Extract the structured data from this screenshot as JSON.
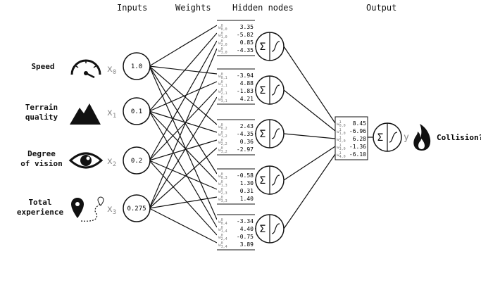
{
  "headers": {
    "inputs": "Inputs",
    "weights": "Weights",
    "hidden": "Hidden nodes",
    "output": "Output"
  },
  "features": [
    {
      "label": "Speed",
      "icon": "speedometer-icon",
      "var": "x",
      "sub": "0",
      "value": "1.0"
    },
    {
      "label": "Terrain\nquality",
      "icon": "mountain-icon",
      "var": "x",
      "sub": "1",
      "value": "0.1"
    },
    {
      "label": "Degree\nof vision",
      "icon": "eye-icon",
      "var": "x",
      "sub": "2",
      "value": "0.2"
    },
    {
      "label": "Total\nexperience",
      "icon": "route-pin-icon",
      "var": "x",
      "sub": "3",
      "value": "0.275"
    }
  ],
  "hidden_weights": [
    {
      "sup": "0",
      "subs": [
        "0,0",
        "1,0",
        "2,0",
        "3,0"
      ],
      "values": [
        "3.35",
        "-5.82",
        "0.85",
        "-4.35"
      ]
    },
    {
      "sup": "0",
      "subs": [
        "0,1",
        "1,1",
        "2,1",
        "3,1"
      ],
      "values": [
        "-3.94",
        "4.88",
        "-1.83",
        "4.21"
      ]
    },
    {
      "sup": "0",
      "subs": [
        "0,2",
        "1,2",
        "2,2",
        "3,2"
      ],
      "values": [
        "2.43",
        "-4.35",
        "0.36",
        "-2.97"
      ]
    },
    {
      "sup": "0",
      "subs": [
        "0,3",
        "1,3",
        "2,3",
        "3,3"
      ],
      "values": [
        "-0.58",
        "1.30",
        "0.31",
        "1.40"
      ]
    },
    {
      "sup": "0",
      "subs": [
        "0,4",
        "1,4",
        "2,4",
        "3,4"
      ],
      "values": [
        "-3.34",
        "4.40",
        "-0.75",
        "3.89"
      ]
    }
  ],
  "output_weights": {
    "sup": "1",
    "subs": [
      "0,0",
      "1,0",
      "2,0",
      "3,0",
      "4,0"
    ],
    "values": [
      "8.45",
      "-6.96",
      "6.28",
      "-1.36",
      "-6.10"
    ]
  },
  "node_symbol": "Σ",
  "output_var": "y",
  "output_label": "Collision?",
  "output_icon": "flame-icon",
  "colors": {
    "line": "#111111",
    "subtle": "#888888",
    "background": "#ffffff"
  }
}
